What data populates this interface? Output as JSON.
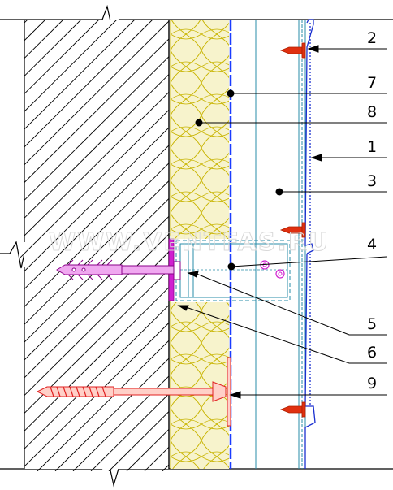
{
  "diagram": {
    "watermark": "WWW.VENTFAS.RU",
    "callouts": [
      {
        "id": "2",
        "text": "2"
      },
      {
        "id": "7",
        "text": "7"
      },
      {
        "id": "8",
        "text": "8"
      },
      {
        "id": "1",
        "text": "1"
      },
      {
        "id": "3",
        "text": "3"
      },
      {
        "id": "4",
        "text": "4"
      },
      {
        "id": "5",
        "text": "5"
      },
      {
        "id": "6",
        "text": "6"
      },
      {
        "id": "9",
        "text": "9"
      }
    ],
    "colors": {
      "wall_hatch": "#000000",
      "insulation": "#f7f3cc",
      "insulation_pattern": "#c8b400",
      "membrane": "#1a3cff",
      "profile": "#2a8ca8",
      "panel": "#1a2fd0",
      "dowel": "#d020d0",
      "screw": "#e03010",
      "anchor": "#e02020",
      "leader": "#000000"
    },
    "icons": {
      "screw": "self-tapping-screw-icon",
      "dowel": "anchor-dowel-icon",
      "anchor": "insulation-anchor-icon"
    }
  }
}
